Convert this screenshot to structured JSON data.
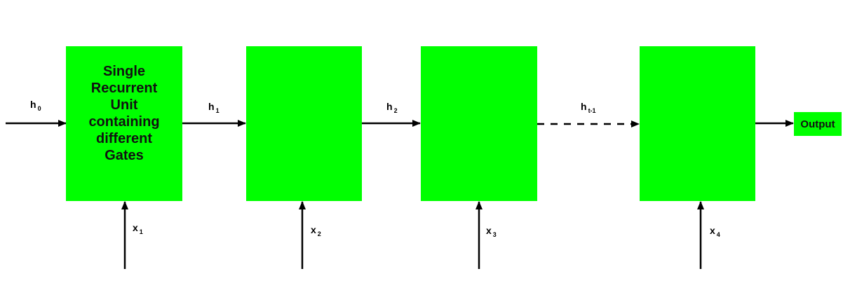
{
  "colors": {
    "unit_fill": "#00ff00",
    "arrow": "#000000",
    "text": "#111111"
  },
  "units": [
    {
      "id": "unit-1",
      "text": "Single\nRecurrent\nUnit\ncontaining\ndifferent\nGates"
    },
    {
      "id": "unit-2",
      "text": ""
    },
    {
      "id": "unit-3",
      "text": ""
    },
    {
      "id": "unit-4",
      "text": ""
    }
  ],
  "hidden_states": [
    {
      "base": "h",
      "sub": "0"
    },
    {
      "base": "h",
      "sub": "1"
    },
    {
      "base": "h",
      "sub": "2"
    },
    {
      "base": "h",
      "sub": "t-1"
    }
  ],
  "inputs": [
    {
      "base": "x",
      "sub": "1"
    },
    {
      "base": "x",
      "sub": "2"
    },
    {
      "base": "x",
      "sub": "3"
    },
    {
      "base": "x",
      "sub": "4"
    }
  ],
  "output": {
    "label": "Output"
  }
}
